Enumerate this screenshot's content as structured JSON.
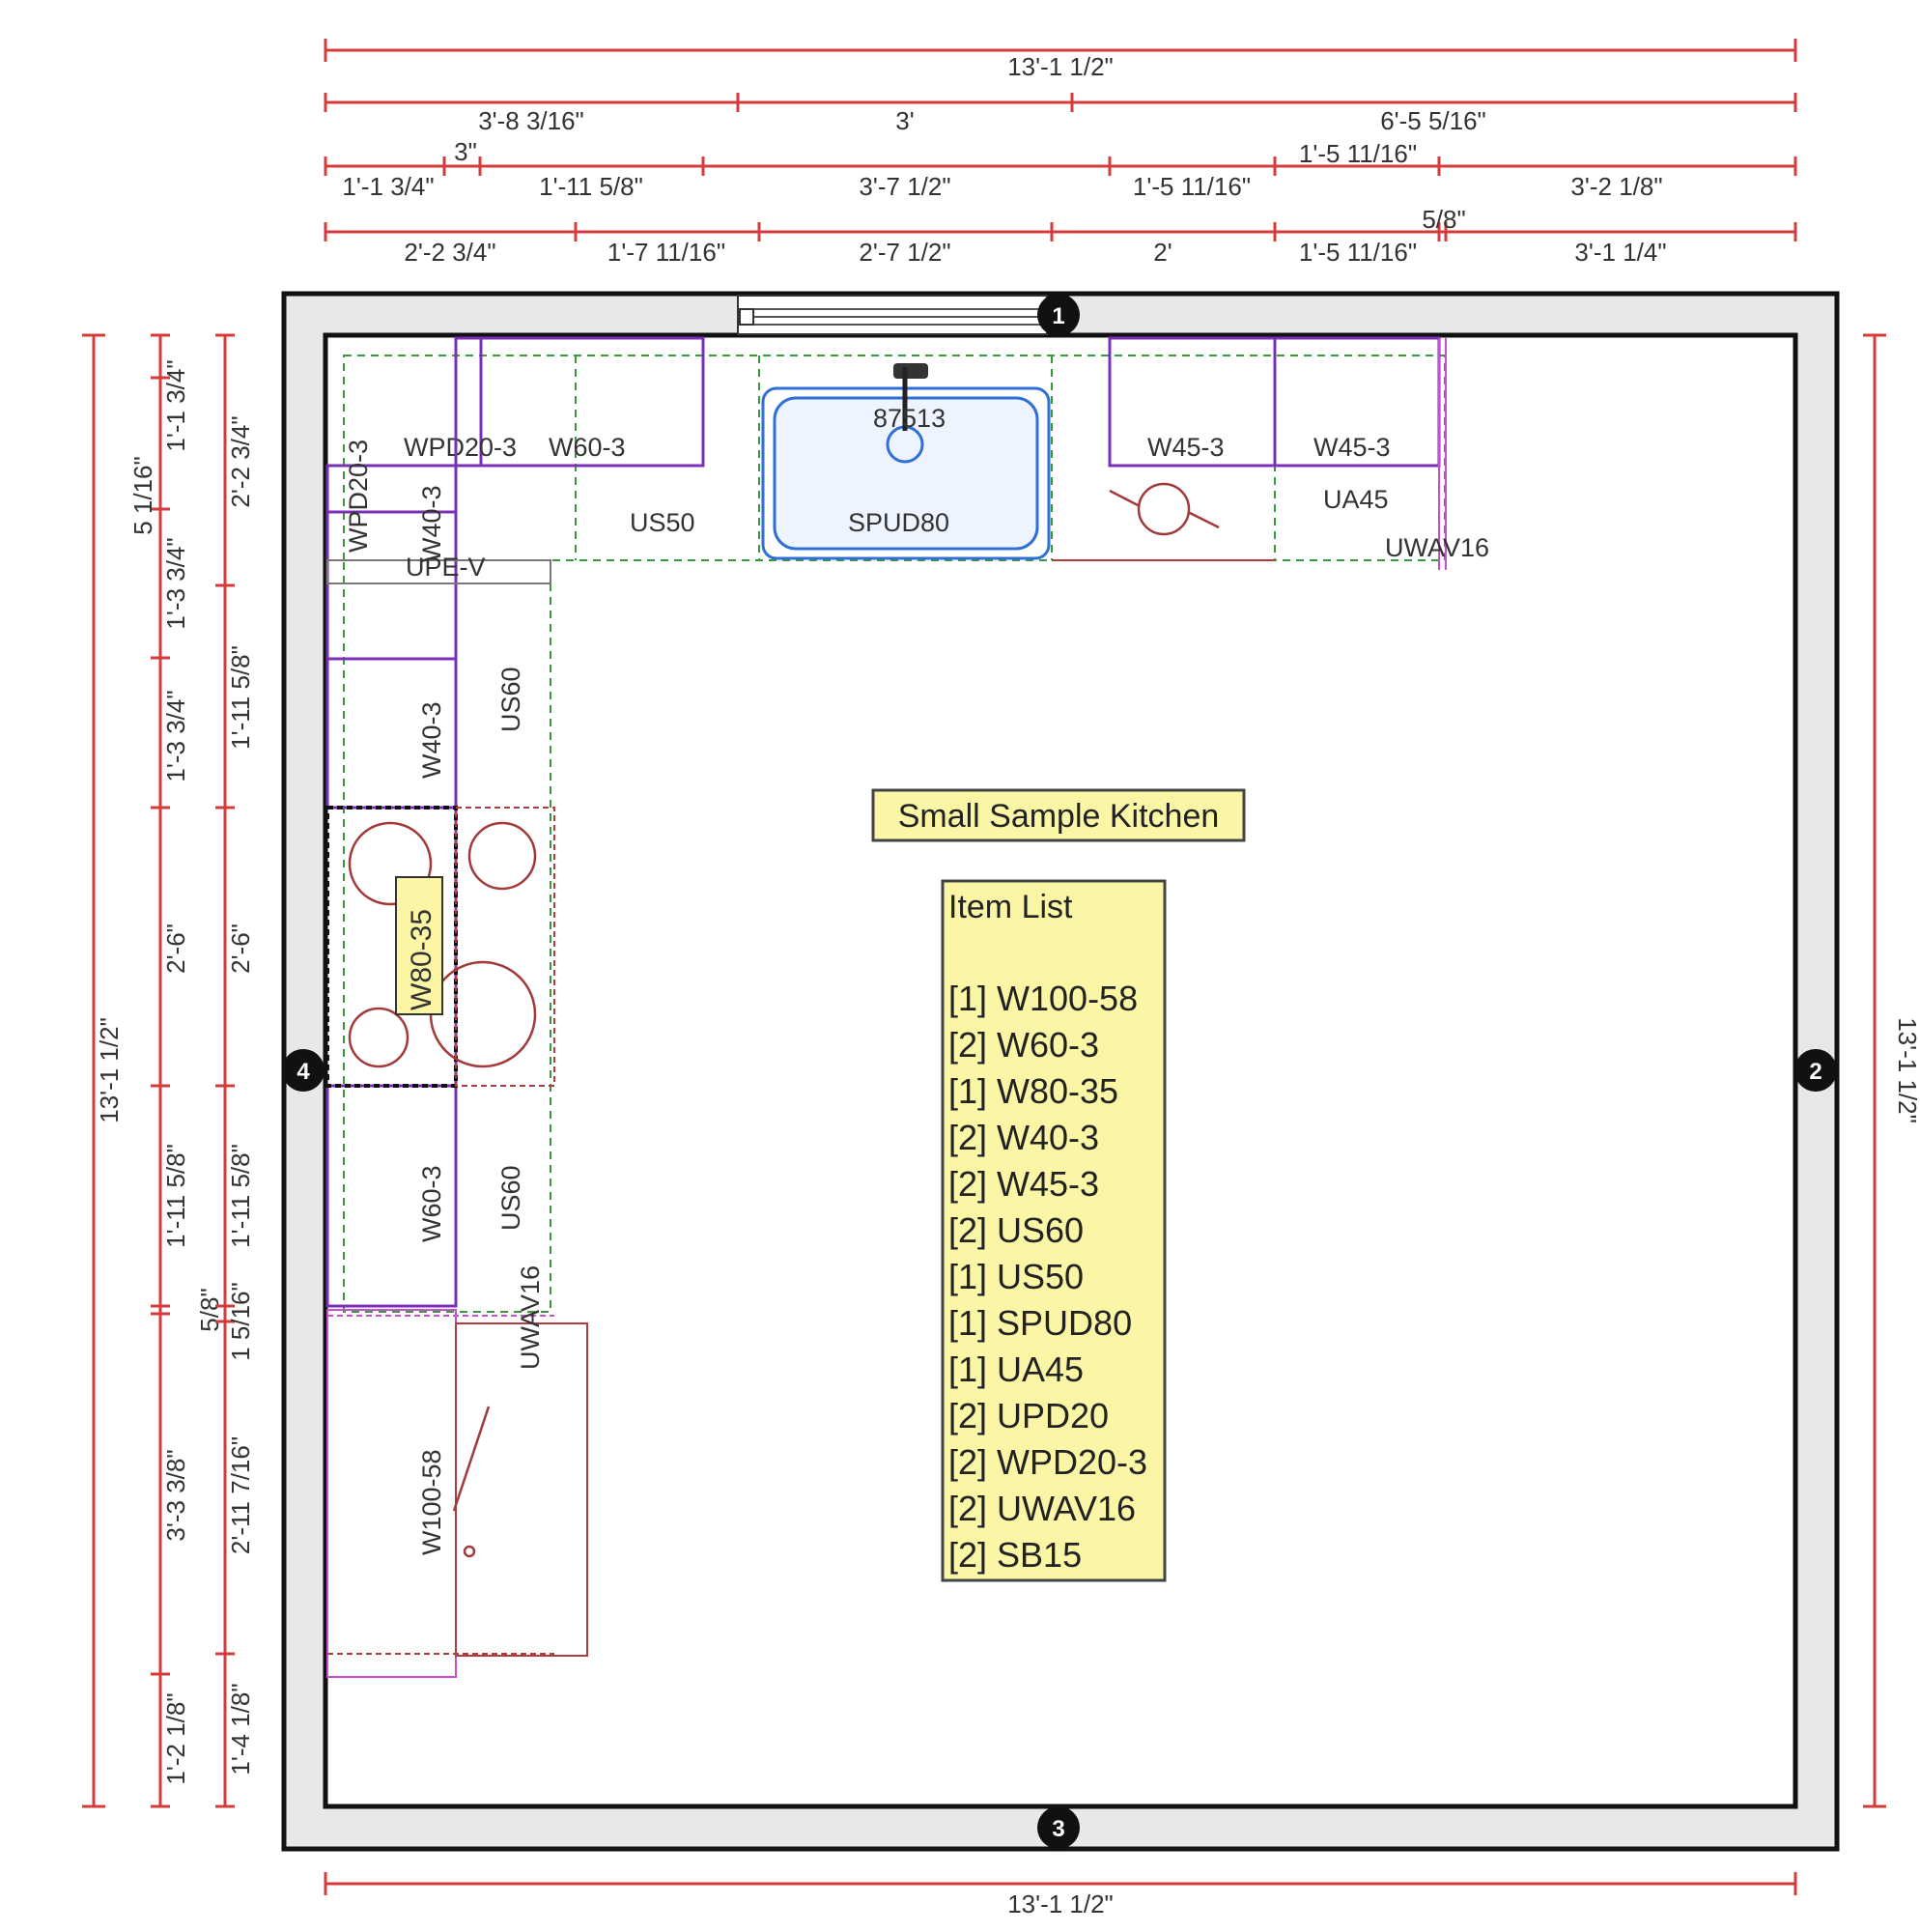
{
  "title": "Small Sample Kitchen",
  "dimensions": {
    "top_total": "13'-1 1/2\"",
    "top_row2": [
      "3'-8 3/16\"",
      "3'",
      "6'-5 5/16\""
    ],
    "top_row3": [
      "1'-1 3/4\"",
      "3\"",
      "1'-11 5/8\"",
      "3'-7 1/2\"",
      "1'-5 11/16\"",
      "1'-5 11/16\"",
      "3'-2 1/8\""
    ],
    "top_row4": [
      "2'-2 3/4\"",
      "1'-7 11/16\"",
      "2'-7 1/2\"",
      "2'",
      "1'-5 11/16\"",
      "5/8\"",
      "3'-1 1/4\""
    ],
    "bottom_total": "13'-1 1/2\"",
    "left_total": "13'-1 1/2\"",
    "right_total": "13'-1 1/2\"",
    "left_col2": [
      "5 1/16\"",
      "1'-1 3/4\"",
      "1'-3 3/4\"",
      "1'-3 3/4\"",
      "2'-6\"",
      "1'-11 5/8\"",
      "5/8\"",
      "3'-3 3/8\"",
      "1'-2 1/8\""
    ],
    "left_col3": [
      "2'-2 3/4\"",
      "1'-11 5/8\"",
      "2'-6\"",
      "1'-11 5/8\"",
      "1 5/16\"",
      "2'-11 7/16\"",
      "1'-4 1/8\""
    ]
  },
  "labels": {
    "wpd20_top": "WPD20-3",
    "w60_top": "W60-3",
    "us50": "US50",
    "faucet": "87513",
    "spud80": "SPUD80",
    "w45_a": "W45-3",
    "w45_b": "W45-3",
    "ua45": "UA45",
    "uwav16_top": "UWAV16",
    "wpd20_left": "WPD20-3",
    "w40_top": "W40-3",
    "upe_v": "UPE-V",
    "w40_left": "W40-3",
    "us60_top": "US60",
    "w80_35": "W80-35",
    "w60_left": "W60-3",
    "us60_left": "US60",
    "uwav16_left": "UWAV16",
    "w100_58": "W100-58"
  },
  "markers": [
    "1",
    "2",
    "3",
    "4"
  ],
  "item_list": {
    "title": "Item List",
    "items": [
      "[1] W100-58",
      "[2] W60-3",
      "[1] W80-35",
      "[2] W40-3",
      "[2] W45-3",
      "[2] US60",
      "[1] US50",
      "[1] SPUD80",
      "[1] UA45",
      "[2] UPD20",
      "[2] WPD20-3",
      "[2] UWAV16",
      "[2] SB15"
    ]
  },
  "colors": {
    "dimension": "#d63b3b",
    "note_fill": "#fbf6a6",
    "sink": "#2f6fd6"
  }
}
